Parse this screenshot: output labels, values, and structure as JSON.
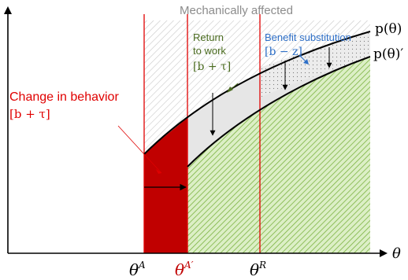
{
  "labels": {
    "top_region": "Mechanically affected",
    "return_to_work_line1": "Return",
    "return_to_work_line2": "to work",
    "return_to_work_formula": "[b + τ]",
    "benefit_substitution": "Benefit substitution",
    "benefit_substitution_formula": "[b − z]",
    "change_in_behavior": "Change in behavior",
    "change_in_behavior_formula": "[b + τ]",
    "curve_p": "p(θ)",
    "curve_p_prime": "p(θ)′",
    "x_axis_label": "θ",
    "theta_A": "θ",
    "theta_A_sup": "A",
    "theta_A_prime": "θ",
    "theta_A_prime_sup": "A′",
    "theta_R": "θ",
    "theta_R_sup": "R"
  },
  "colors": {
    "red": "#e00000",
    "dark_red": "#c00000",
    "green_hatch": "#8bc34a",
    "green_text": "#4a6b1f",
    "blue_text": "#2e6fc7",
    "gray_text": "#8c8c8c",
    "light_gray_fill": "#e8e8e8"
  }
}
